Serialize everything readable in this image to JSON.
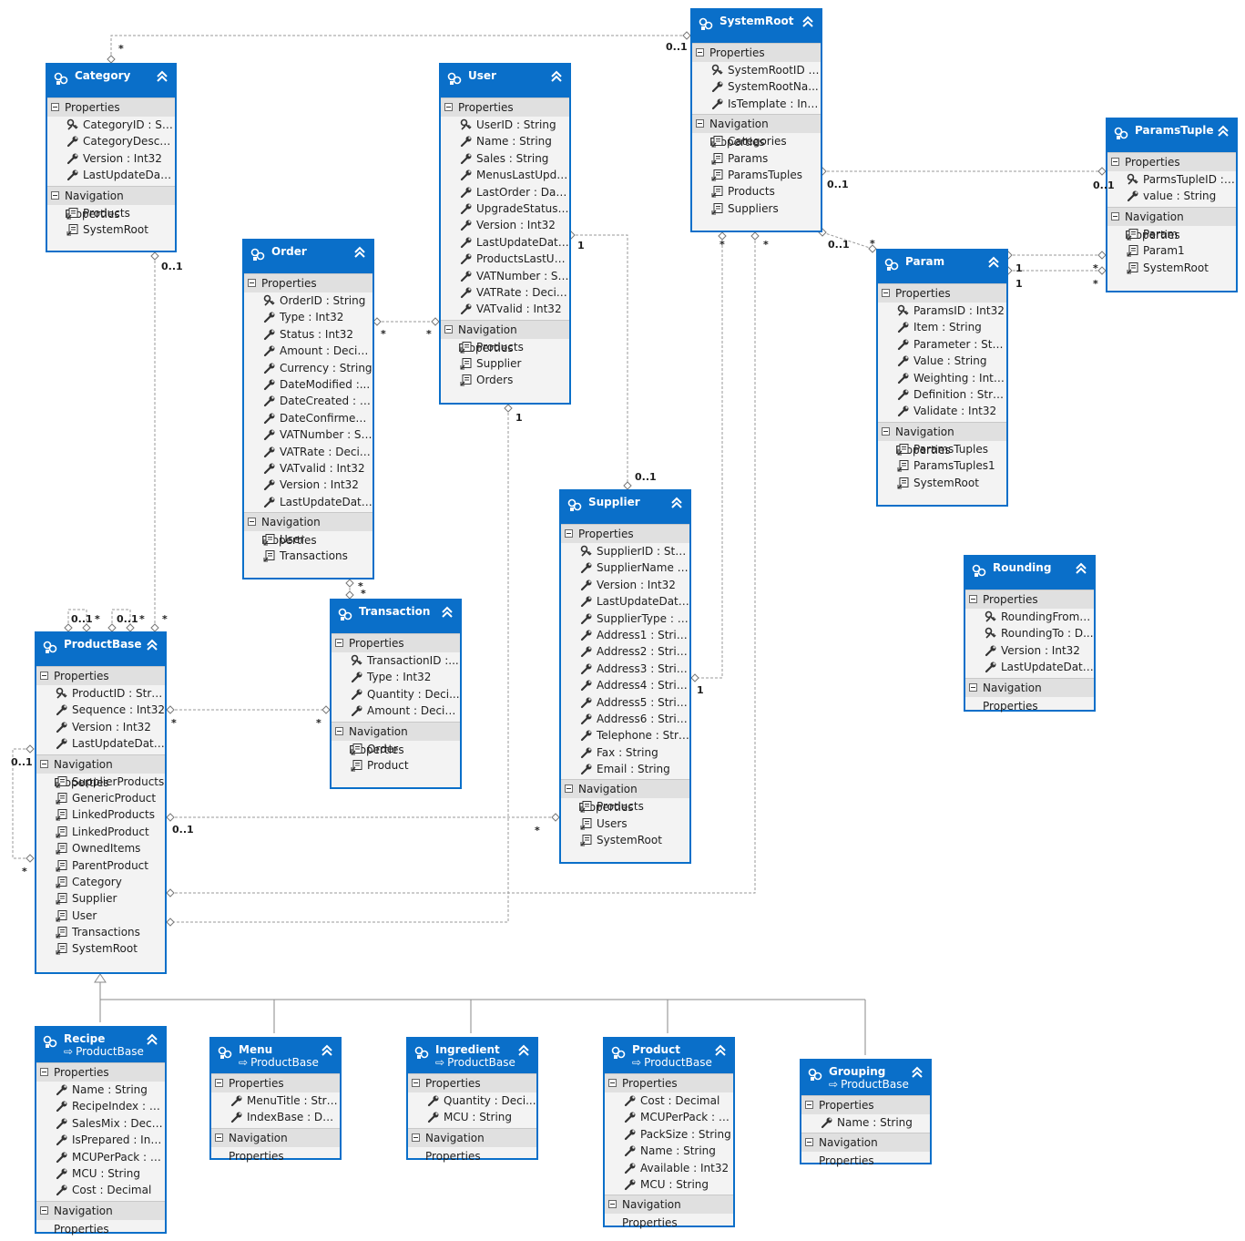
{
  "labels": {
    "properties": "Properties",
    "navigation": "Navigation Properties"
  },
  "colors": {
    "accent": "#0a6fc9",
    "connector": "#999999"
  },
  "entities": [
    {
      "id": "systemroot",
      "title": "SystemRoot",
      "properties": [
        {
          "text": "SystemRootID : I...",
          "key": true
        },
        {
          "text": "SystemRootNa...",
          "key": false
        },
        {
          "text": "IsTemplate : Int32",
          "key": false
        }
      ],
      "navigation": [
        "Categories",
        "Params",
        "ParamsTuples",
        "Products",
        "Suppliers"
      ]
    },
    {
      "id": "category",
      "title": "Category",
      "properties": [
        {
          "text": "CategoryID : Stri...",
          "key": true
        },
        {
          "text": "CategoryDescrip...",
          "key": false
        },
        {
          "text": "Version : Int32",
          "key": false
        },
        {
          "text": "LastUpdateDate...",
          "key": false
        }
      ],
      "navigation": [
        "Products",
        "SystemRoot"
      ]
    },
    {
      "id": "user",
      "title": "User",
      "properties": [
        {
          "text": "UserID : String",
          "key": true
        },
        {
          "text": "Name : String",
          "key": false
        },
        {
          "text": "Sales : String",
          "key": false
        },
        {
          "text": "MenusLastUpda...",
          "key": false
        },
        {
          "text": "LastOrder : Date...",
          "key": false
        },
        {
          "text": "UpgradeStatus :...",
          "key": false
        },
        {
          "text": "Version : Int32",
          "key": false
        },
        {
          "text": "LastUpdateDate...",
          "key": false
        },
        {
          "text": "ProductsLastUp...",
          "key": false
        },
        {
          "text": "VATNumber : St...",
          "key": false
        },
        {
          "text": "VATRate : Decim...",
          "key": false
        },
        {
          "text": "VATvalid : Int32",
          "key": false
        }
      ],
      "navigation": [
        "Products",
        "Supplier",
        "Orders"
      ]
    },
    {
      "id": "paramstuple",
      "title": "ParamsTuple",
      "properties": [
        {
          "text": "ParmsTupleID : I...",
          "key": true
        },
        {
          "text": "value : String",
          "key": false
        }
      ],
      "navigation": [
        "Param",
        "Param1",
        "SystemRoot"
      ]
    },
    {
      "id": "order",
      "title": "Order",
      "properties": [
        {
          "text": "OrderID : String",
          "key": true
        },
        {
          "text": "Type : Int32",
          "key": false
        },
        {
          "text": "Status : Int32",
          "key": false
        },
        {
          "text": "Amount : Decimal",
          "key": false
        },
        {
          "text": "Currency : String",
          "key": false
        },
        {
          "text": "DateModified :...",
          "key": false
        },
        {
          "text": "DateCreated : D...",
          "key": false
        },
        {
          "text": "DateConfirmed :...",
          "key": false
        },
        {
          "text": "VATNumber : St...",
          "key": false
        },
        {
          "text": "VATRate : Decim...",
          "key": false
        },
        {
          "text": "VATvalid : Int32",
          "key": false
        },
        {
          "text": "Version : Int32",
          "key": false
        },
        {
          "text": "LastUpdateDate...",
          "key": false
        }
      ],
      "navigation": [
        "User",
        "Transactions"
      ]
    },
    {
      "id": "param",
      "title": "Param",
      "properties": [
        {
          "text": "ParamsID : Int32",
          "key": true
        },
        {
          "text": "Item : String",
          "key": false
        },
        {
          "text": "Parameter : String",
          "key": false
        },
        {
          "text": "Value : String",
          "key": false
        },
        {
          "text": "Weighting : Int32",
          "key": false
        },
        {
          "text": "Definition : String",
          "key": false
        },
        {
          "text": "Validate : Int32",
          "key": false
        }
      ],
      "navigation": [
        "ParamsTuples",
        "ParamsTuples1",
        "SystemRoot"
      ]
    },
    {
      "id": "supplier",
      "title": "Supplier",
      "properties": [
        {
          "text": "SupplierID : String",
          "key": true
        },
        {
          "text": "SupplierName :...",
          "key": false
        },
        {
          "text": "Version : Int32",
          "key": false
        },
        {
          "text": "LastUpdateDate...",
          "key": false
        },
        {
          "text": "SupplierType : I...",
          "key": false
        },
        {
          "text": "Address1 : String",
          "key": false
        },
        {
          "text": "Address2 : String",
          "key": false
        },
        {
          "text": "Address3 : String",
          "key": false
        },
        {
          "text": "Address4 : String",
          "key": false
        },
        {
          "text": "Address5 : String",
          "key": false
        },
        {
          "text": "Address6 : String",
          "key": false
        },
        {
          "text": "Telephone : String",
          "key": false
        },
        {
          "text": "Fax : String",
          "key": false
        },
        {
          "text": "Email : String",
          "key": false
        }
      ],
      "navigation": [
        "Products",
        "Users",
        "SystemRoot"
      ]
    },
    {
      "id": "rounding",
      "title": "Rounding",
      "properties": [
        {
          "text": "RoundingFrom :...",
          "key": true
        },
        {
          "text": "RoundingTo : D...",
          "key": true
        },
        {
          "text": "Version : Int32",
          "key": false
        },
        {
          "text": "LastUpdateDate...",
          "key": false
        }
      ],
      "navigation": []
    },
    {
      "id": "transaction",
      "title": "Transaction",
      "properties": [
        {
          "text": "TransactionID :...",
          "key": true
        },
        {
          "text": "Type : Int32",
          "key": false
        },
        {
          "text": "Quantity : Deci...",
          "key": false
        },
        {
          "text": "Amount : Decimal",
          "key": false
        }
      ],
      "navigation": [
        "Order",
        "Product"
      ]
    },
    {
      "id": "productbase",
      "title": "ProductBase",
      "properties": [
        {
          "text": "ProductID : String",
          "key": true
        },
        {
          "text": "Sequence : Int32",
          "key": false
        },
        {
          "text": "Version : Int32",
          "key": false
        },
        {
          "text": "LastUpdateDate...",
          "key": false
        }
      ],
      "navigation": [
        "SupplierProducts",
        "GenericProduct",
        "LinkedProducts",
        "LinkedProduct",
        "OwnedItems",
        "ParentProduct",
        "Category",
        "Supplier",
        "User",
        "Transactions",
        "SystemRoot"
      ]
    },
    {
      "id": "recipe",
      "title": "Recipe",
      "base": "ProductBase",
      "properties": [
        {
          "text": "Name : String",
          "key": false
        },
        {
          "text": "RecipeIndex : De...",
          "key": false
        },
        {
          "text": "SalesMix : Deci...",
          "key": false
        },
        {
          "text": "IsPrepared : Int32",
          "key": false
        },
        {
          "text": "MCUPerPack : D...",
          "key": false
        },
        {
          "text": "MCU : String",
          "key": false
        },
        {
          "text": "Cost : Decimal",
          "key": false
        }
      ],
      "navigation": []
    },
    {
      "id": "menu",
      "title": "Menu",
      "base": "ProductBase",
      "properties": [
        {
          "text": "MenuTitle : String",
          "key": false
        },
        {
          "text": "IndexBase : Deci...",
          "key": false
        }
      ],
      "navigation": []
    },
    {
      "id": "ingredient",
      "title": "Ingredient",
      "base": "ProductBase",
      "properties": [
        {
          "text": "Quantity : Deci...",
          "key": false
        },
        {
          "text": "MCU : String",
          "key": false
        }
      ],
      "navigation": []
    },
    {
      "id": "product",
      "title": "Product",
      "base": "ProductBase",
      "properties": [
        {
          "text": "Cost : Decimal",
          "key": false
        },
        {
          "text": "MCUPerPack : D...",
          "key": false
        },
        {
          "text": "PackSize : String",
          "key": false
        },
        {
          "text": "Name : String",
          "key": false
        },
        {
          "text": "Available : Int32",
          "key": false
        },
        {
          "text": "MCU : String",
          "key": false
        }
      ],
      "navigation": []
    },
    {
      "id": "grouping",
      "title": "Grouping",
      "base": "ProductBase",
      "properties": [
        {
          "text": "Name : String",
          "key": false
        }
      ],
      "navigation": []
    }
  ],
  "multiplicities": [
    "*",
    "0..1",
    "0..1",
    "*",
    "0..1",
    "0..1",
    "0..1",
    "*",
    "1",
    "1",
    "*",
    "*",
    "*",
    "1",
    "0..1",
    "1",
    "*",
    "*",
    "1",
    "*",
    "*",
    "0..1",
    "0..1",
    "*",
    "*",
    "0..1",
    "*",
    "*",
    "*",
    "*",
    "0..1",
    "*"
  ]
}
